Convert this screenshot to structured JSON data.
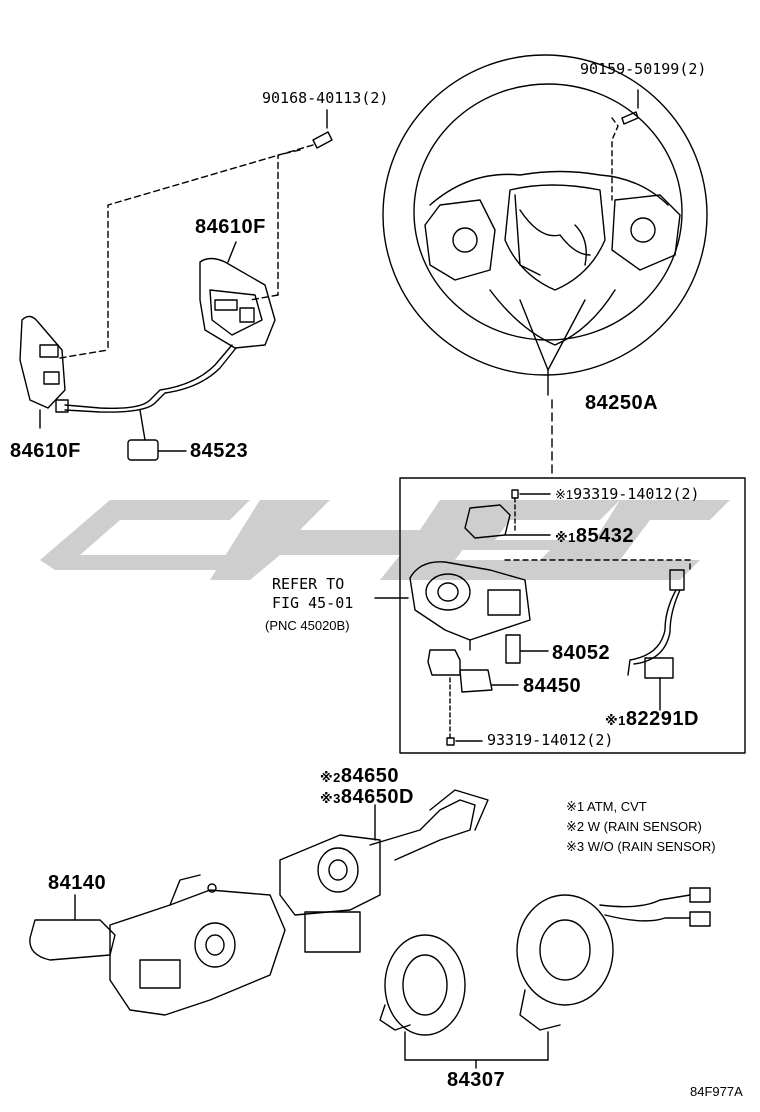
{
  "diagram_id": "84F977A",
  "parts": {
    "bolt_switch": "90168-40113(2)",
    "bolt_wheel": "90159-50199(2)",
    "switch_upper": "84610F",
    "switch_lower": "84610F",
    "wire_84523": "84523",
    "wheel_84250a": "84250A",
    "screw_upper": "93319-14012(2)",
    "part_85432": "85432",
    "part_84052": "84052",
    "part_84450": "84450",
    "part_82291d": "82291D",
    "screw_lower": "93319-14012(2)",
    "part_84650": "84650",
    "part_84650d": "84650D",
    "part_84140": "84140",
    "part_84307": "84307"
  },
  "markers": {
    "m1": "※1",
    "m2": "※2",
    "m3": "※3"
  },
  "refer": {
    "line1": "REFER TO",
    "line2": "FIG 45-01",
    "line3": "(PNC 45020B)"
  },
  "notes": [
    "※1 ATM, CVT",
    "※2 W (RAIN SENSOR)",
    "※3 W/O (RAIN SENSOR)"
  ],
  "colors": {
    "line": "#000000",
    "watermark": "#c8c8c8"
  }
}
